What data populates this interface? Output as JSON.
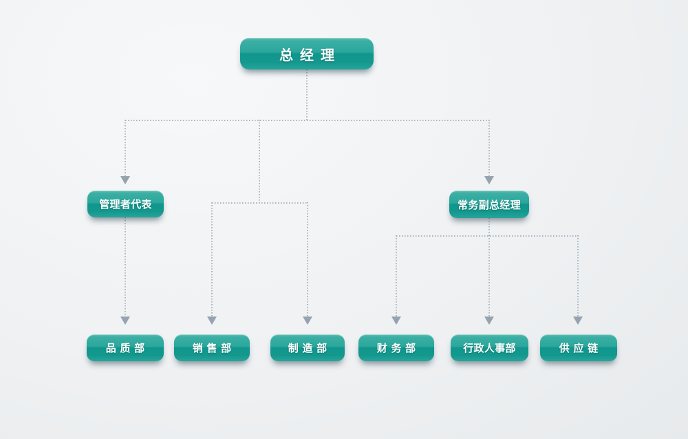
{
  "palette": {
    "node_teal_light": "#52b7ad",
    "node_teal": "#2aa79c",
    "node_teal_dark": "#0f968c",
    "node_text": "#ffffff",
    "connector_dotted": "#a8b4c0",
    "arrowhead": "#96a2ae",
    "background": "#eff1f3"
  },
  "org_chart": {
    "nodes": [
      {
        "id": "general-manager",
        "label": "总经理",
        "level": 1
      },
      {
        "id": "management-representative",
        "label": "管理者代表",
        "level": 2
      },
      {
        "id": "executive-deputy-general-manager",
        "label": "常务副总经理",
        "level": 2
      },
      {
        "id": "quality-dept",
        "label": "品质部",
        "level": 3
      },
      {
        "id": "sales-dept",
        "label": "销售部",
        "level": 3
      },
      {
        "id": "manufacturing-dept",
        "label": "制造部",
        "level": 3
      },
      {
        "id": "finance-dept",
        "label": "财务部",
        "level": 3
      },
      {
        "id": "admin-hr-dept",
        "label": "行政人事部",
        "level": 3
      },
      {
        "id": "supply-chain",
        "label": "供应链",
        "level": 3
      }
    ],
    "edges": [
      {
        "from": "general-manager",
        "to": "management-representative"
      },
      {
        "from": "general-manager",
        "to": "sales-dept"
      },
      {
        "from": "general-manager",
        "to": "manufacturing-dept"
      },
      {
        "from": "general-manager",
        "to": "executive-deputy-general-manager"
      },
      {
        "from": "management-representative",
        "to": "quality-dept"
      },
      {
        "from": "executive-deputy-general-manager",
        "to": "finance-dept"
      },
      {
        "from": "executive-deputy-general-manager",
        "to": "admin-hr-dept"
      },
      {
        "from": "executive-deputy-general-manager",
        "to": "supply-chain"
      }
    ]
  }
}
